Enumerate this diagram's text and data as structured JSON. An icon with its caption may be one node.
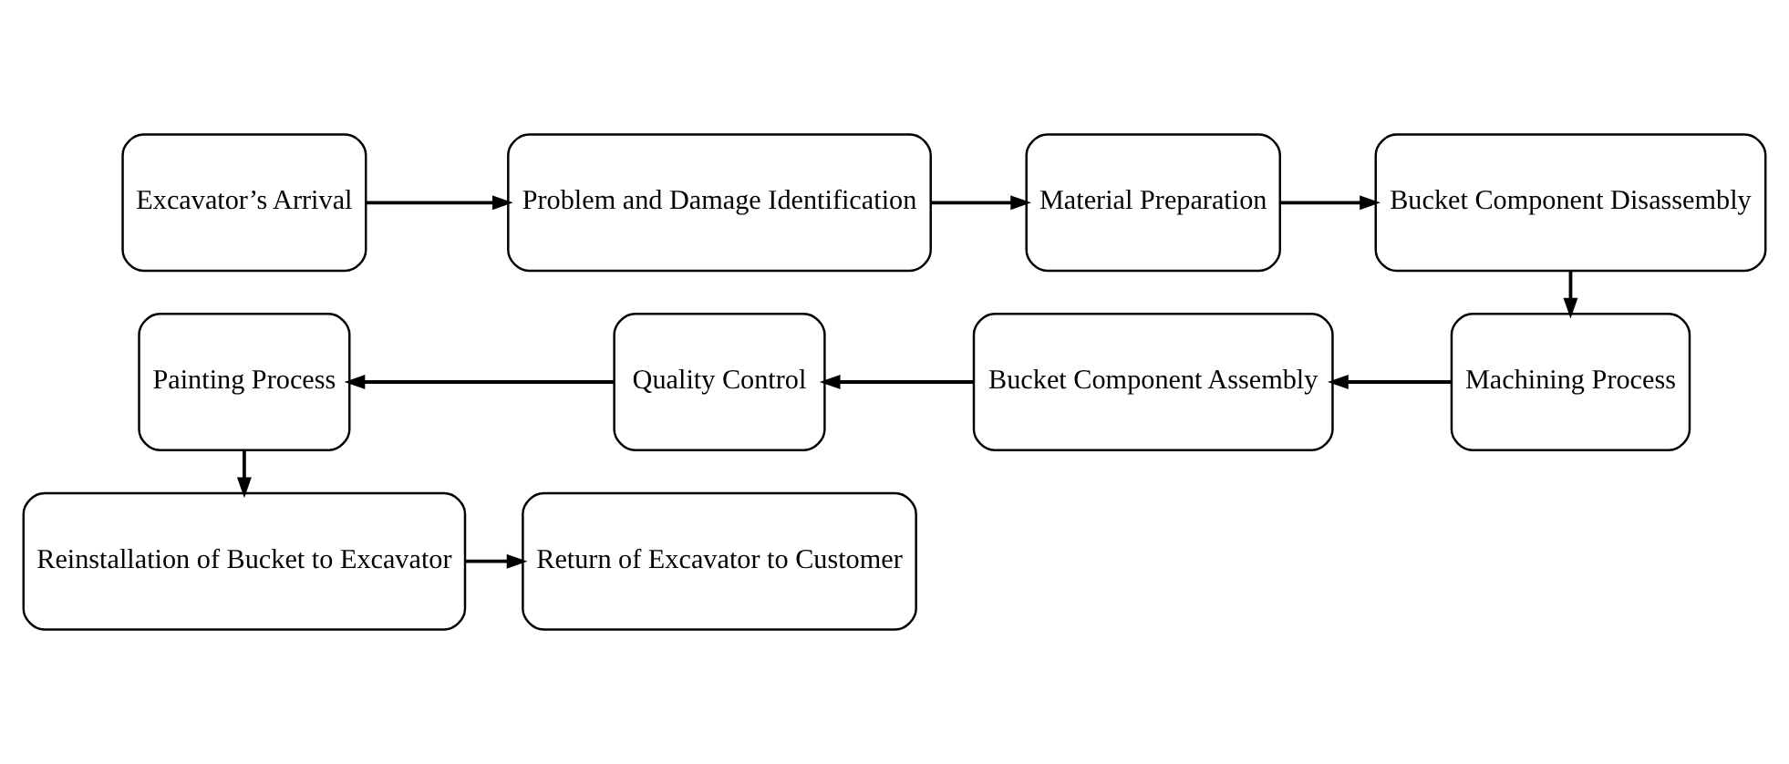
{
  "diagram": {
    "nodes": [
      {
        "text": [
          "Excavator’s Arrival"
        ]
      },
      {
        "text": [
          "Problem and Damage Identification"
        ]
      },
      {
        "text": [
          "Material Preparation"
        ]
      },
      {
        "text": [
          "Bucket Component Disassembly"
        ]
      },
      {
        "text": [
          "Machining Process"
        ]
      },
      {
        "text": [
          "Bucket Component Assembly"
        ]
      },
      {
        "text": [
          "Quality Control"
        ]
      },
      {
        "text": [
          "Painting Process"
        ]
      },
      {
        "text": [
          "Reinstallation of Bucket to Excavator"
        ]
      },
      {
        "text": [
          "Return of Excavator to Customer"
        ]
      }
    ],
    "edges": [
      {
        "from": 0,
        "to": 1,
        "arrow": "to"
      },
      {
        "from": 1,
        "to": 2,
        "arrow": "to"
      },
      {
        "from": 2,
        "to": 3,
        "arrow": "to"
      },
      {
        "from": 3,
        "to": 4,
        "arrow": "to"
      },
      {
        "from": 4,
        "to": 5,
        "arrow": "to"
      },
      {
        "from": 5,
        "to": 6,
        "arrow": "to"
      },
      {
        "from": 6,
        "to": 7,
        "arrow": "to"
      },
      {
        "from": 7,
        "to": 8,
        "arrow": "to"
      },
      {
        "from": 8,
        "to": 9,
        "arrow": "to"
      }
    ]
  }
}
